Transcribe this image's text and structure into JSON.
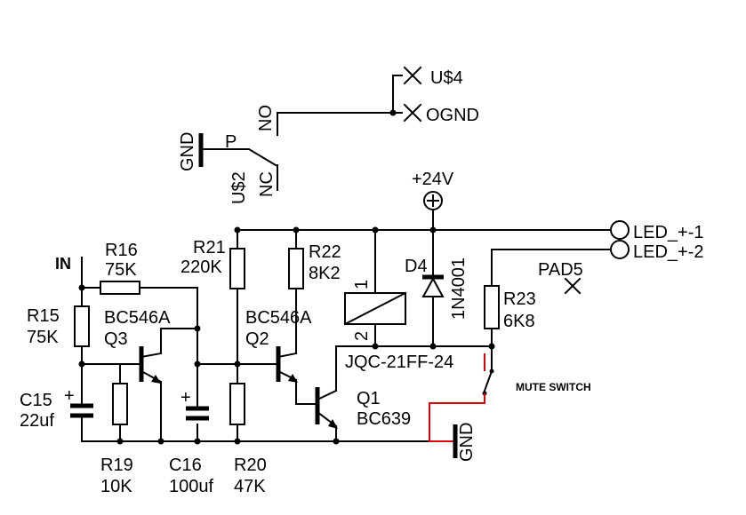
{
  "labels": {
    "us4": "U$4",
    "ognd": "OGND",
    "no": "NO",
    "gnd_top": "GND",
    "p": "P",
    "us2": "U$2",
    "nc": "NC",
    "plus24v": "+24V",
    "in": "IN",
    "r16_name": "R16",
    "r16_val": "75K",
    "r15_name": "R15",
    "r15_val": "75K",
    "bc546a_q3": "BC546A",
    "q3": "Q3",
    "r21_name": "R21",
    "r21_val": "220K",
    "r22_name": "R22",
    "r22_val": "8K2",
    "bc546a_q2": "BC546A",
    "q2": "Q2",
    "d4": "D4",
    "d4_val": "1N4001",
    "coil_pin1": "1",
    "coil_pin2": "2",
    "relay": "JQC-21FF-24",
    "led1": "LED_+-1",
    "led2": "LED_+-2",
    "pad5": "PAD5",
    "r23_name": "R23",
    "r23_val": "6K8",
    "mute": "MUTE SWITCH",
    "c15_name": "C15",
    "c15_val": "22uf",
    "plus_c15": "+",
    "plus_c16": "+",
    "q1": "Q1",
    "bc639": "BC639",
    "gnd_bottom": "GND",
    "r19_name": "R19",
    "r19_val": "10K",
    "c16_name": "C16",
    "c16_val": "100uf",
    "r20_name": "R20",
    "r20_val": "47K"
  },
  "colors": {
    "wire": "#000000",
    "mute_wire": "#e00000",
    "background": "#ffffff"
  }
}
